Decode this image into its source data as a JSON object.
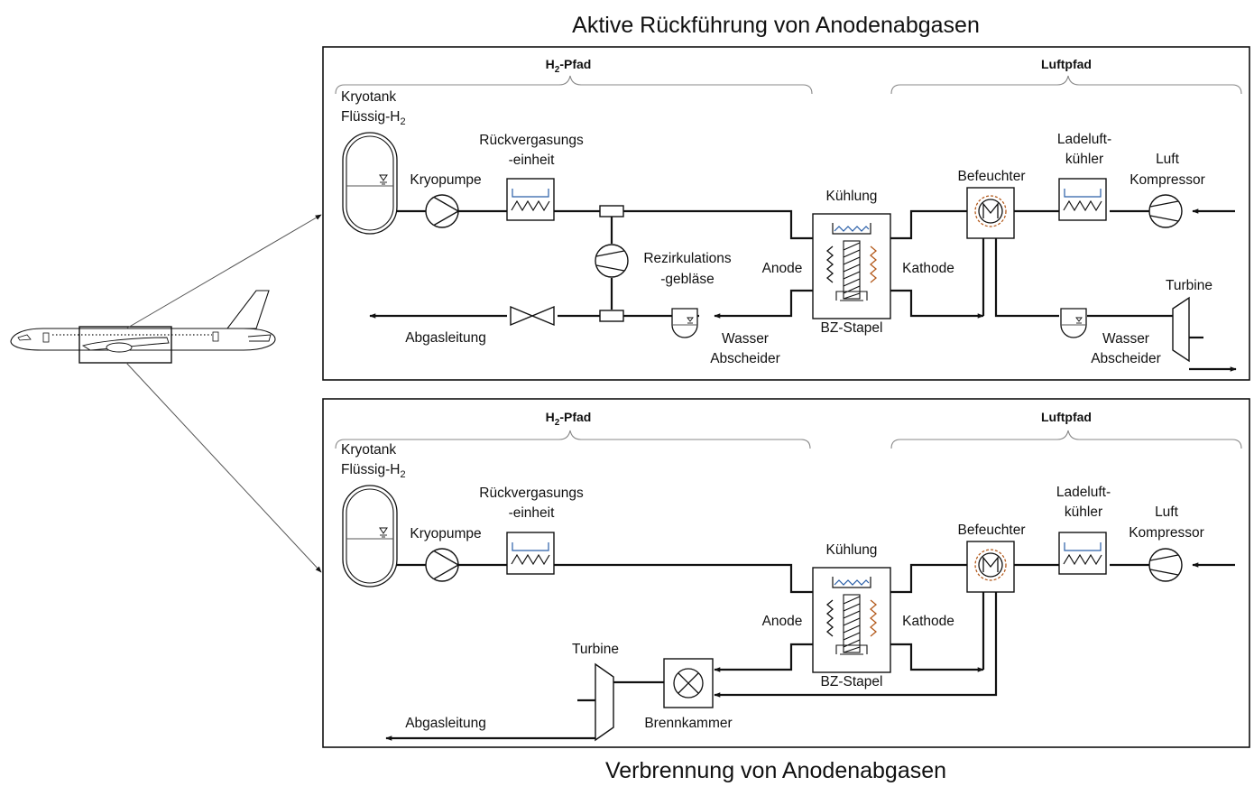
{
  "titles": {
    "top": "Aktive Rückführung von Anodenabgasen",
    "bottom": "Verbrennung von Anodenabgasen"
  },
  "top": {
    "h2_path": "H",
    "h2_sub": "2",
    "h2_rest": "-Pfad",
    "air_path": "Luftpfad",
    "tank_l1": "Kryotank",
    "tank_l2": "Flüssig-H",
    "tank_sub": "2",
    "pump": "Kryopumpe",
    "regas_l1": "Rückvergasungs",
    "regas_l2": "-einheit",
    "cooling": "Kühlung",
    "anode": "Anode",
    "cathode": "Kathode",
    "stack": "BZ-Stapel",
    "humidifier": "Befeuchter",
    "charge_l1": "Ladeluft-",
    "charge_l2": "kühler",
    "air_l1": "Luft",
    "air_l2": "Kompressor",
    "recirc_l1": "Rezirkulations",
    "recirc_l2": "-gebläse",
    "exhaust": "Abgasleitung",
    "water_l1": "Wasser",
    "water_l2": "Abscheider",
    "water2_l1": "Wasser",
    "water2_l2": "Abscheider",
    "turbine": "Turbine"
  },
  "bottom": {
    "h2_path": "H",
    "h2_sub": "2",
    "h2_rest": "-Pfad",
    "air_path": "Luftpfad",
    "tank_l1": "Kryotank",
    "tank_l2": "Flüssig-H",
    "tank_sub": "2",
    "pump": "Kryopumpe",
    "regas_l1": "Rückvergasungs",
    "regas_l2": "-einheit",
    "cooling": "Kühlung",
    "anode": "Anode",
    "cathode": "Kathode",
    "stack": "BZ-Stapel",
    "humidifier": "Befeuchter",
    "charge_l1": "Ladeluft-",
    "charge_l2": "kühler",
    "air_l1": "Luft",
    "air_l2": "Kompressor",
    "turbine": "Turbine",
    "combustor": "Brennkammer",
    "exhaust": "Abgasleitung"
  }
}
